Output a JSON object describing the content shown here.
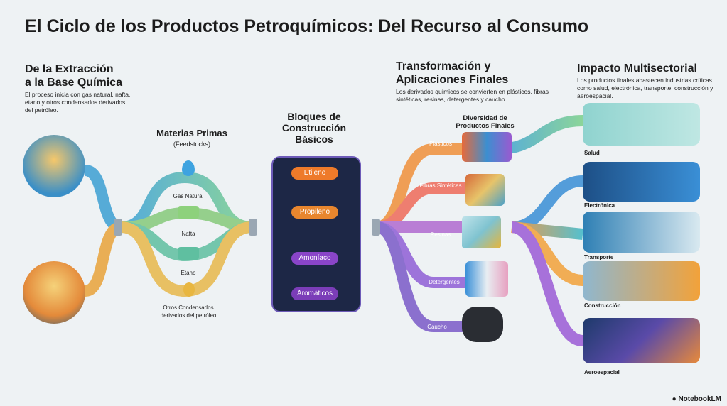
{
  "title": "El Ciclo de los Productos Petroquímicos: Del Recurso al Consumo",
  "extraction": {
    "heading_1": "De la Extracción",
    "heading_2": "a la Base Química",
    "desc": "El proceso inicia con gas natural, nafta, etano y otros condensados derivados del petróleo."
  },
  "raw": {
    "title": "Materias Primas",
    "subtitle": "(Feedstocks)",
    "items": [
      "Gas Natural",
      "Nafta",
      "Etano",
      "Otros Condensados derivados del petróleo"
    ]
  },
  "blocks": {
    "title": "Bloques de Construcción Básicos",
    "items": [
      "Etileno",
      "Propileno",
      "Amoníaco",
      "Aromáticos"
    ]
  },
  "transform": {
    "heading": "Transformación y Aplicaciones Finales",
    "desc": "Los derivados químicos se convierten en plásticos, fibras sintéticas, resinas, detergentes y caucho.",
    "subtitle": "Diversidad de Productos Finales",
    "items": [
      "Plásticos",
      "Fibras Sintéticas",
      "Resinas",
      "Detergentes",
      "Caucho"
    ]
  },
  "impact": {
    "heading": "Impacto Multisectorial",
    "desc": "Los productos finales abastecen industrias críticas como salud, electrónica, transporte, construcción y aeroespacial.",
    "sectors": [
      "Salud",
      "Electrónica",
      "Transporte",
      "Construcción",
      "Aeroespacial"
    ]
  },
  "brand": "NotebookLM"
}
